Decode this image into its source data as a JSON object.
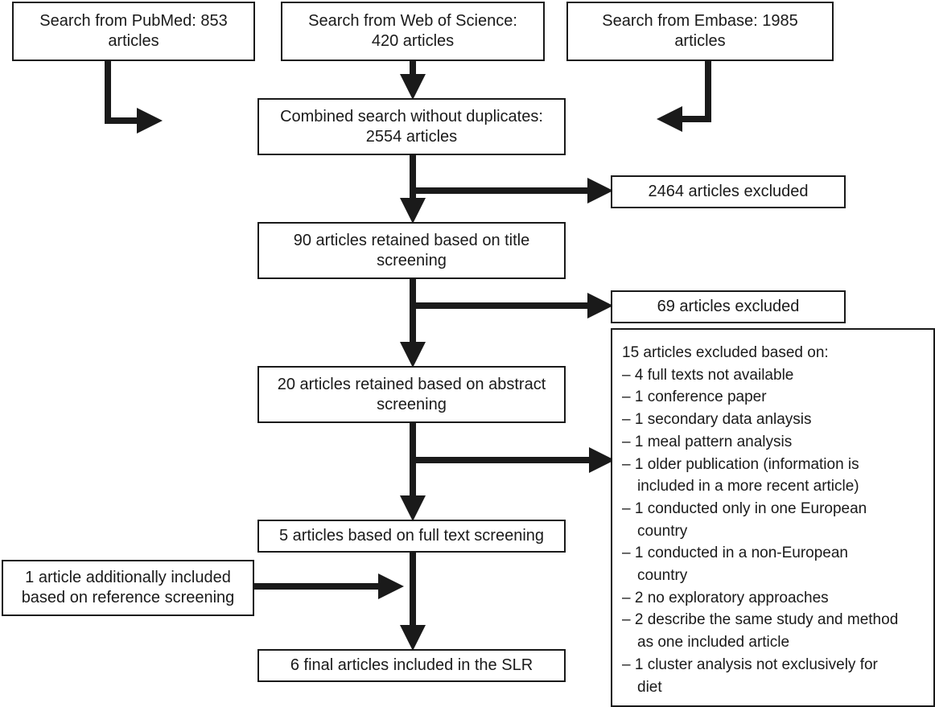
{
  "boxes": {
    "pubmed": [
      "Search from PubMed: 853",
      "articles"
    ],
    "wos": [
      "Search from Web of Science:",
      "420 articles"
    ],
    "embase": [
      "Search from Embase: 1985",
      "articles"
    ],
    "combined": [
      "Combined search without duplicates:",
      "2554 articles"
    ],
    "excluded_title": [
      "2464 articles excluded"
    ],
    "title_screen": [
      "90 articles retained based on title",
      "screening"
    ],
    "excluded_abstract": [
      "69 articles excluded"
    ],
    "abstract_screen": [
      "20 articles retained based on abstract",
      "screening"
    ],
    "full_text": [
      "5 articles based on full text screening"
    ],
    "reference": [
      "1 article additionally included",
      "based on reference screening"
    ],
    "final": [
      "6 final articles included in the SLR"
    ]
  },
  "exclusion_reasons": {
    "heading": "15 articles excluded based on:",
    "items": [
      [
        "– 4 full texts not available"
      ],
      [
        "– 1 conference paper"
      ],
      [
        "– 1 secondary data anlaysis"
      ],
      [
        "– 1 meal pattern analysis"
      ],
      [
        "– 1 older publication (information is",
        "included in a more recent article)"
      ],
      [
        "– 1 conducted only in one European",
        "country"
      ],
      [
        "– 1 conducted in a non-European",
        "country"
      ],
      [
        "– 2 no exploratory approaches"
      ],
      [
        "– 2 describe the same study and method",
        "as one included article"
      ],
      [
        "– 1 cluster analysis not exclusively for",
        "diet"
      ]
    ]
  },
  "colors": {
    "line": "#1a1a1a",
    "box_fill": "#ffffff"
  }
}
